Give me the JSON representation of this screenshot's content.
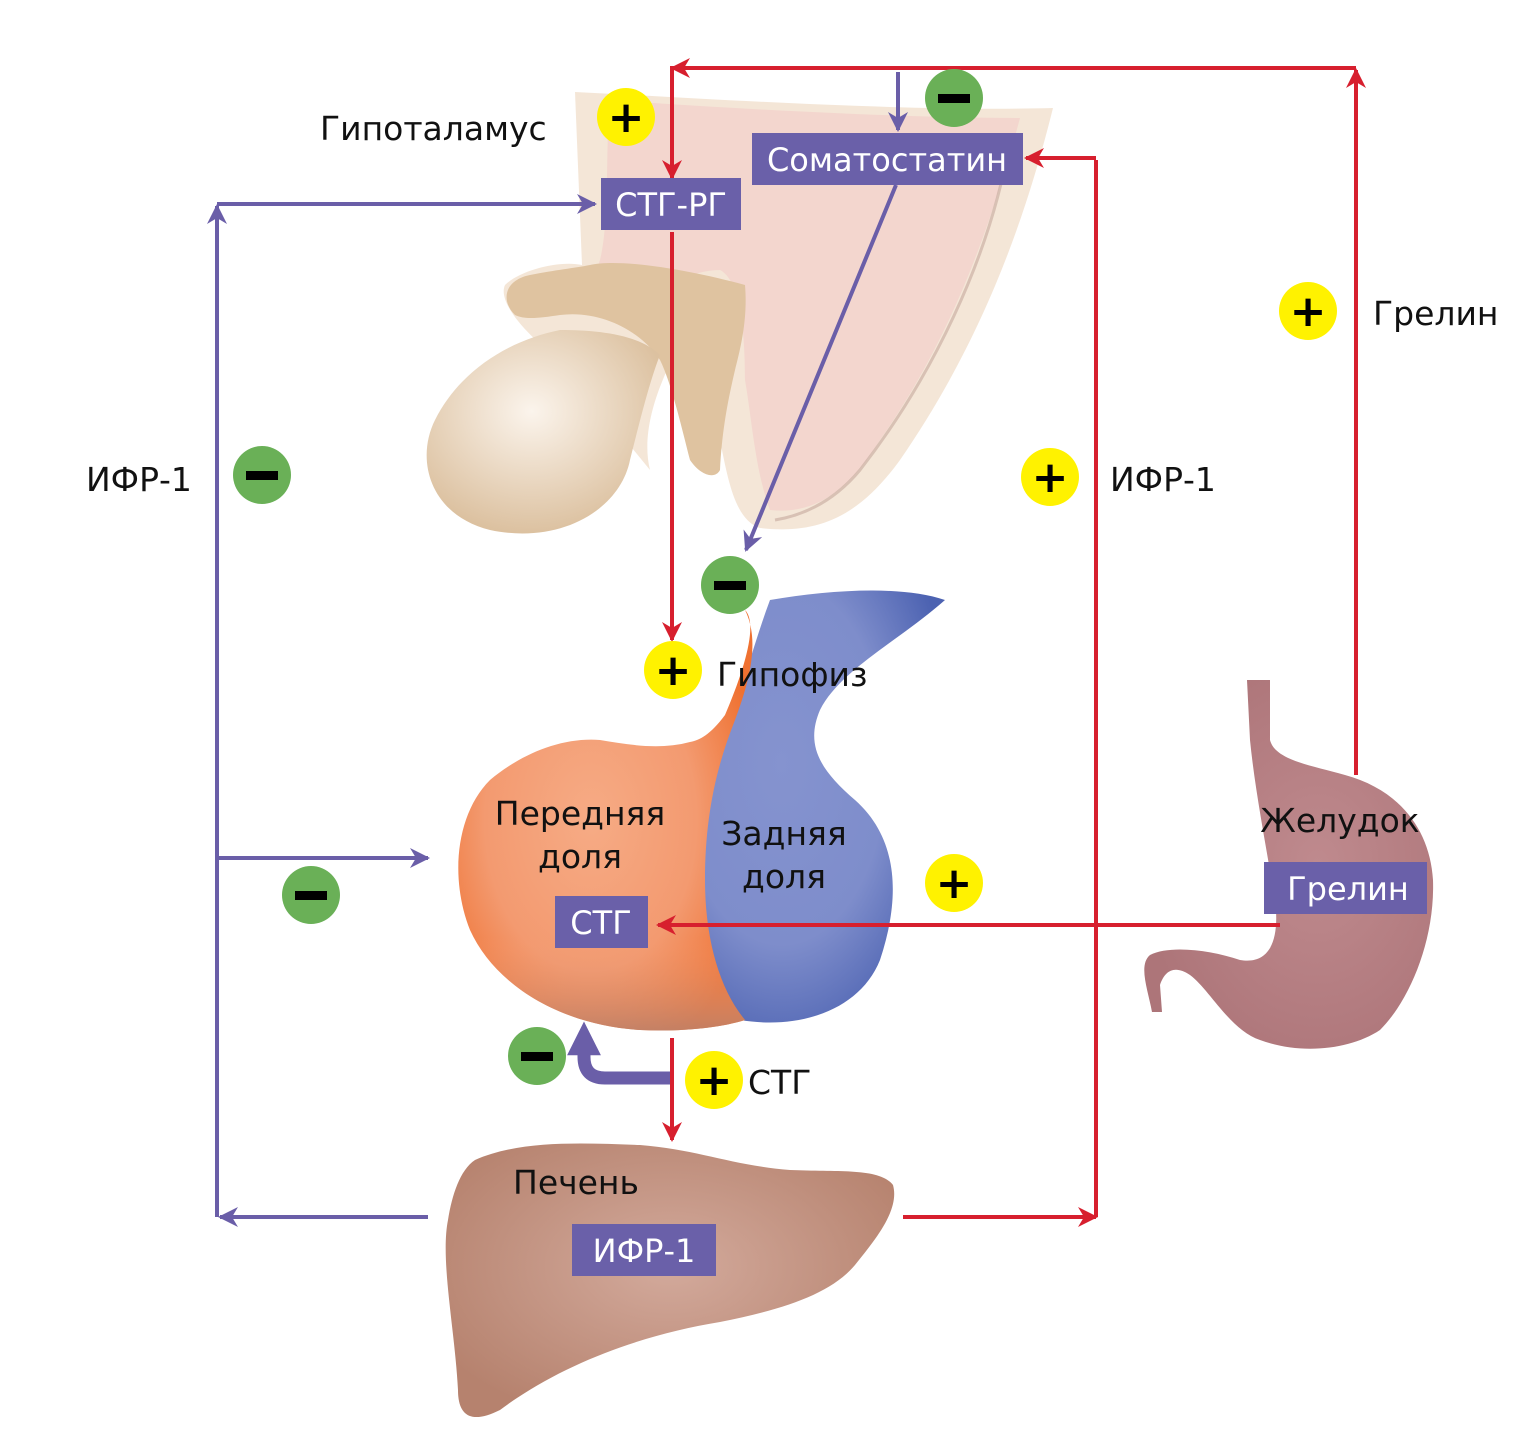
{
  "colors": {
    "stimulate": "#d71f2e",
    "inhibit": "#6a5ea8",
    "plus_badge": "#fff200",
    "minus_badge": "#6ab057",
    "label_box": "#6a60a9"
  },
  "labels": {
    "hypothalamus": "Гипоталамус",
    "pituitary": "Гипофиз",
    "anterior_lobe_1": "Передняя",
    "anterior_lobe_2": "доля",
    "posterior_lobe_1": "Задняя",
    "posterior_lobe_2": "доля",
    "stomach": "Желудок",
    "liver": "Печень",
    "ghrelin_right": "Грелин",
    "igf1_left": "ИФР-1",
    "igf1_right": "ИФР-1",
    "gh_arrow": "СТГ"
  },
  "boxes": {
    "ghrh": "СТГ-РГ",
    "somatostatin": "Соматостатин",
    "gh": "СТГ",
    "ghrelin": "Грелин",
    "igf1": "ИФР-1"
  },
  "signs": {
    "plus": "+",
    "minus": "−"
  },
  "pathways": [
    {
      "from": "Грелин",
      "to": "СТГ-РГ",
      "effect": "+"
    },
    {
      "from": "Грелин",
      "to": "СТГ",
      "effect": "+"
    },
    {
      "from": "ИФР-1",
      "to": "Соматостатин",
      "effect": "+"
    },
    {
      "from": "ИФР-1",
      "to": "СТГ-РГ",
      "effect": "−"
    },
    {
      "from": "ИФР-1",
      "to": "Передняя доля",
      "effect": "−"
    },
    {
      "from": "Соматостатин",
      "to": "Гипофиз",
      "effect": "−"
    },
    {
      "from": "СТГ-РГ",
      "to": "Гипофиз",
      "effect": "+"
    },
    {
      "from": "СТГ",
      "to": "Печень",
      "effect": "+"
    },
    {
      "from": "СТГ",
      "to": "Передняя доля",
      "effect": "−"
    }
  ]
}
